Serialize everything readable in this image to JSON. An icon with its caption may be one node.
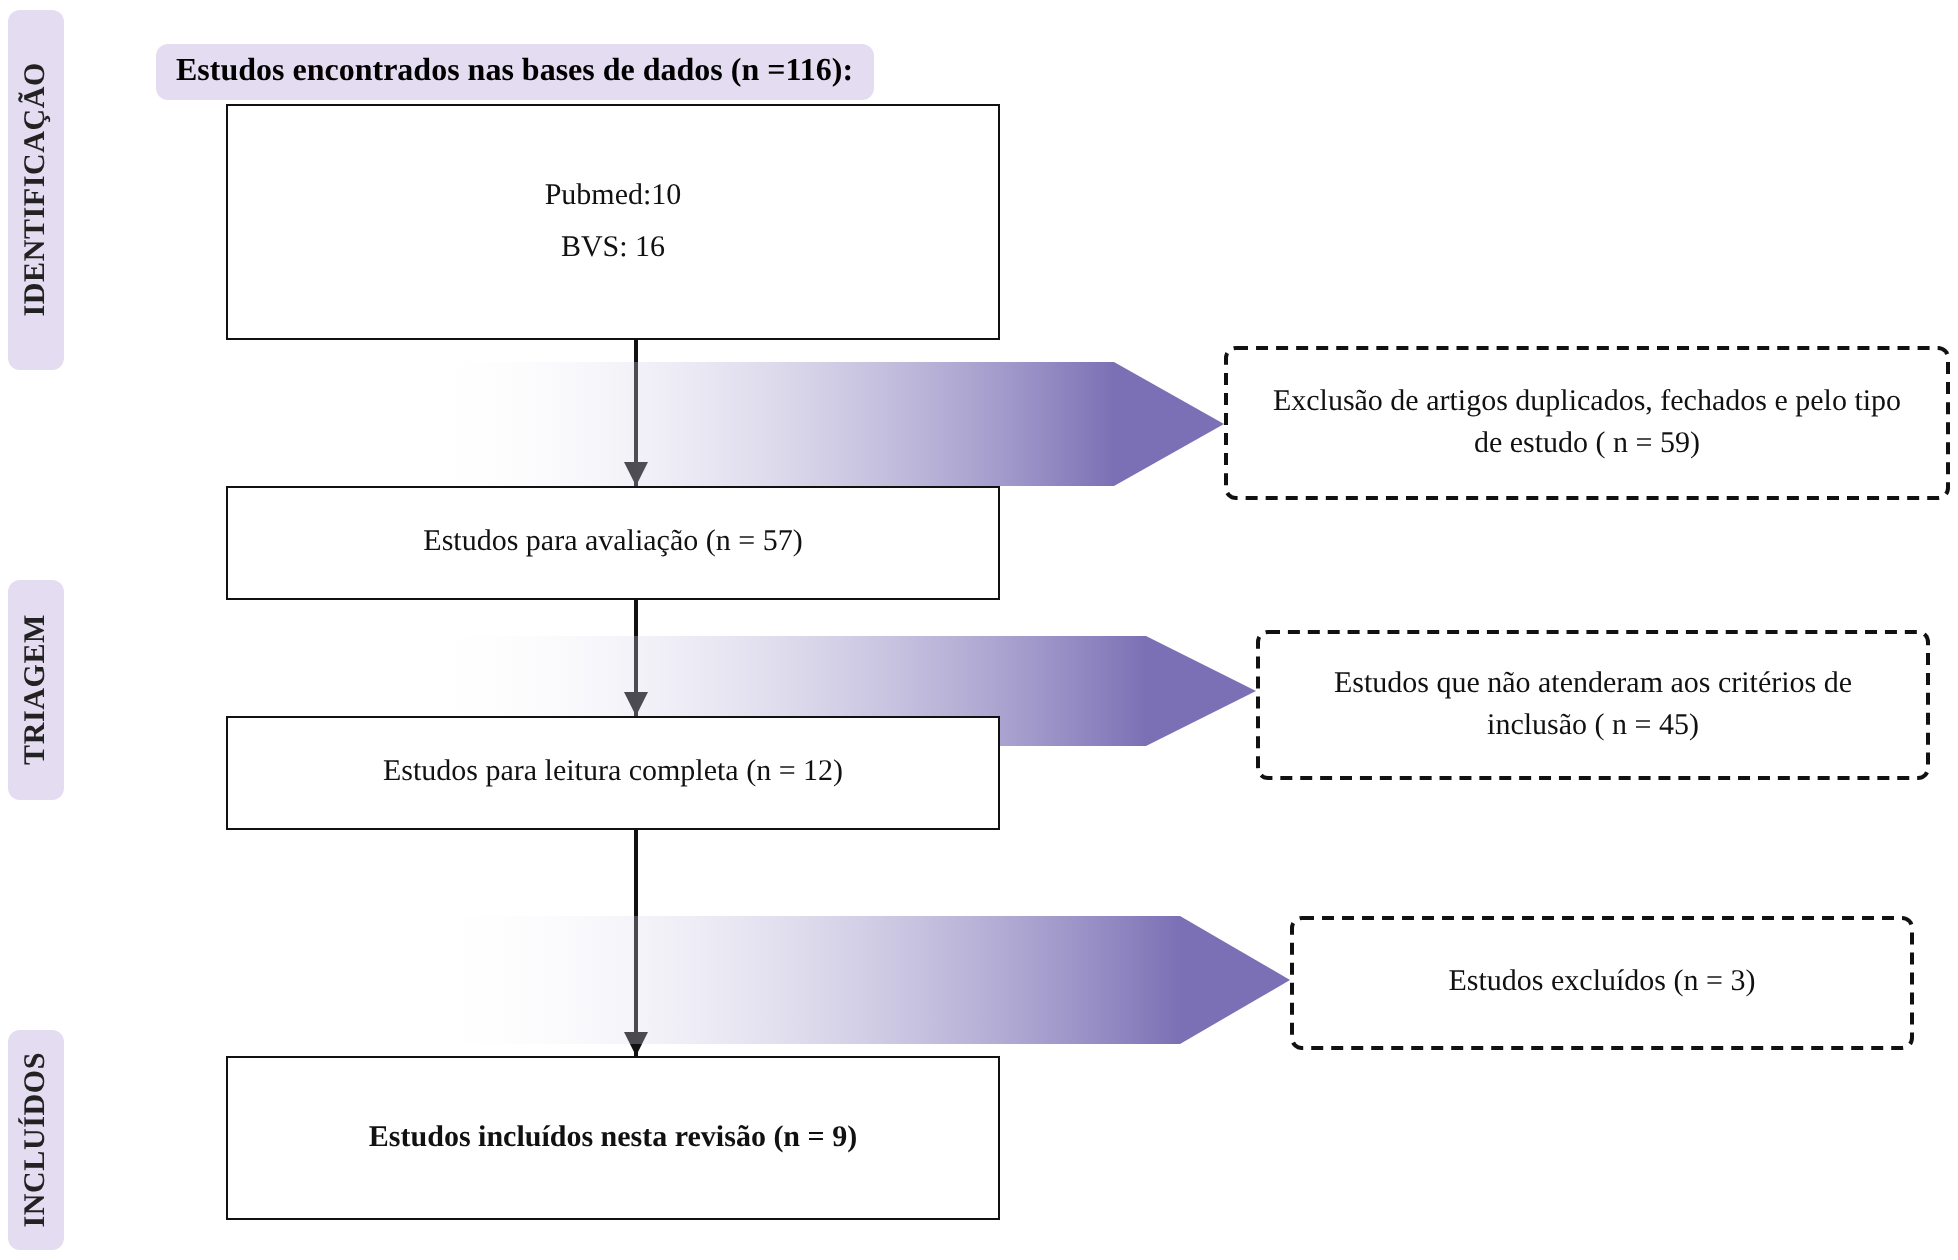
{
  "diagram": {
    "title": "Estudos encontrados nas bases de dados (n =116):",
    "nodes": [
      {
        "text": [
          "Pubmed:10",
          "BVS: 16"
        ]
      },
      {
        "text": [
          "Exclusão de artigos duplicados, fechados e pelo tipo de estudo ( n = 59)"
        ]
      },
      {
        "text": [
          "Estudos para avaliação (n = 57)"
        ]
      },
      {
        "text": [
          "Estudos que não atenderam aos critérios de inclusão ( n = 45)"
        ]
      },
      {
        "text": [
          "Estudos para leitura completa (n = 12)"
        ]
      },
      {
        "text": [
          "Estudos excluídos (n = 3)"
        ]
      },
      {
        "text": [
          "Estudos incluídos nesta revisão (n = 9)"
        ]
      }
    ],
    "edges": [
      {
        "from": 0,
        "to": 2,
        "arrow": "to"
      },
      {
        "from": null,
        "to": 1,
        "arrow": "to",
        "style": "thick",
        "color": "#7b70b5"
      },
      {
        "from": 2,
        "to": 4,
        "arrow": "to"
      },
      {
        "from": null,
        "to": 3,
        "arrow": "to",
        "style": "thick",
        "color": "#7b70b5"
      },
      {
        "from": 4,
        "to": 6,
        "arrow": "to"
      },
      {
        "from": null,
        "to": 5,
        "arrow": "to",
        "style": "thick",
        "color": "#7b70b5"
      }
    ],
    "labels": [
      "IDENTIFICAÇÃO",
      "TRIAGEM",
      "INCLUÍDOS"
    ]
  }
}
